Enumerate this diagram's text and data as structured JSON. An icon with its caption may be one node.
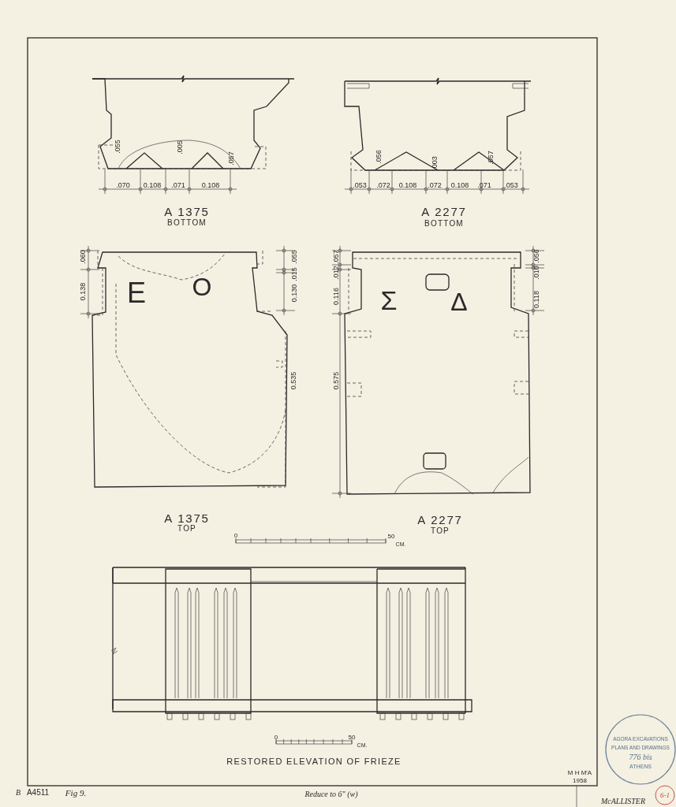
{
  "diagram": {
    "labels": [
      ".055",
      ".005",
      ".057",
      ".070",
      "0.108",
      ".071",
      "0.108",
      "A 1375",
      "BOTTOM",
      ".056",
      ".003",
      ".057",
      ".053",
      ".072",
      "0.108",
      ".072",
      "0.108",
      ".071",
      ".053",
      "A 2277",
      "BOTTOM",
      ".060",
      ".055",
      ".015",
      "0.138",
      "Ε",
      "Ο",
      "0.130",
      "0.535",
      ".057",
      ".056",
      ".012",
      ".010",
      "0.116",
      "Σ",
      "Δ",
      "0.118",
      "0.575",
      "A 1375",
      "TOP",
      "A 2277",
      "TOP",
      "0",
      "50",
      "CM.",
      "0",
      "50",
      "AGORA EXCAVATIONS",
      "CM.",
      "PLANS AND DRAWINGS",
      "776 bis",
      "RESTORED ELEVATION OF FRIEZE",
      "ATHENS",
      "M H M'A",
      "1958",
      "B",
      "A4511",
      "Fig 9.",
      "Reduce to 6\" (w)",
      "6-1",
      "McALLISTER"
    ]
  }
}
